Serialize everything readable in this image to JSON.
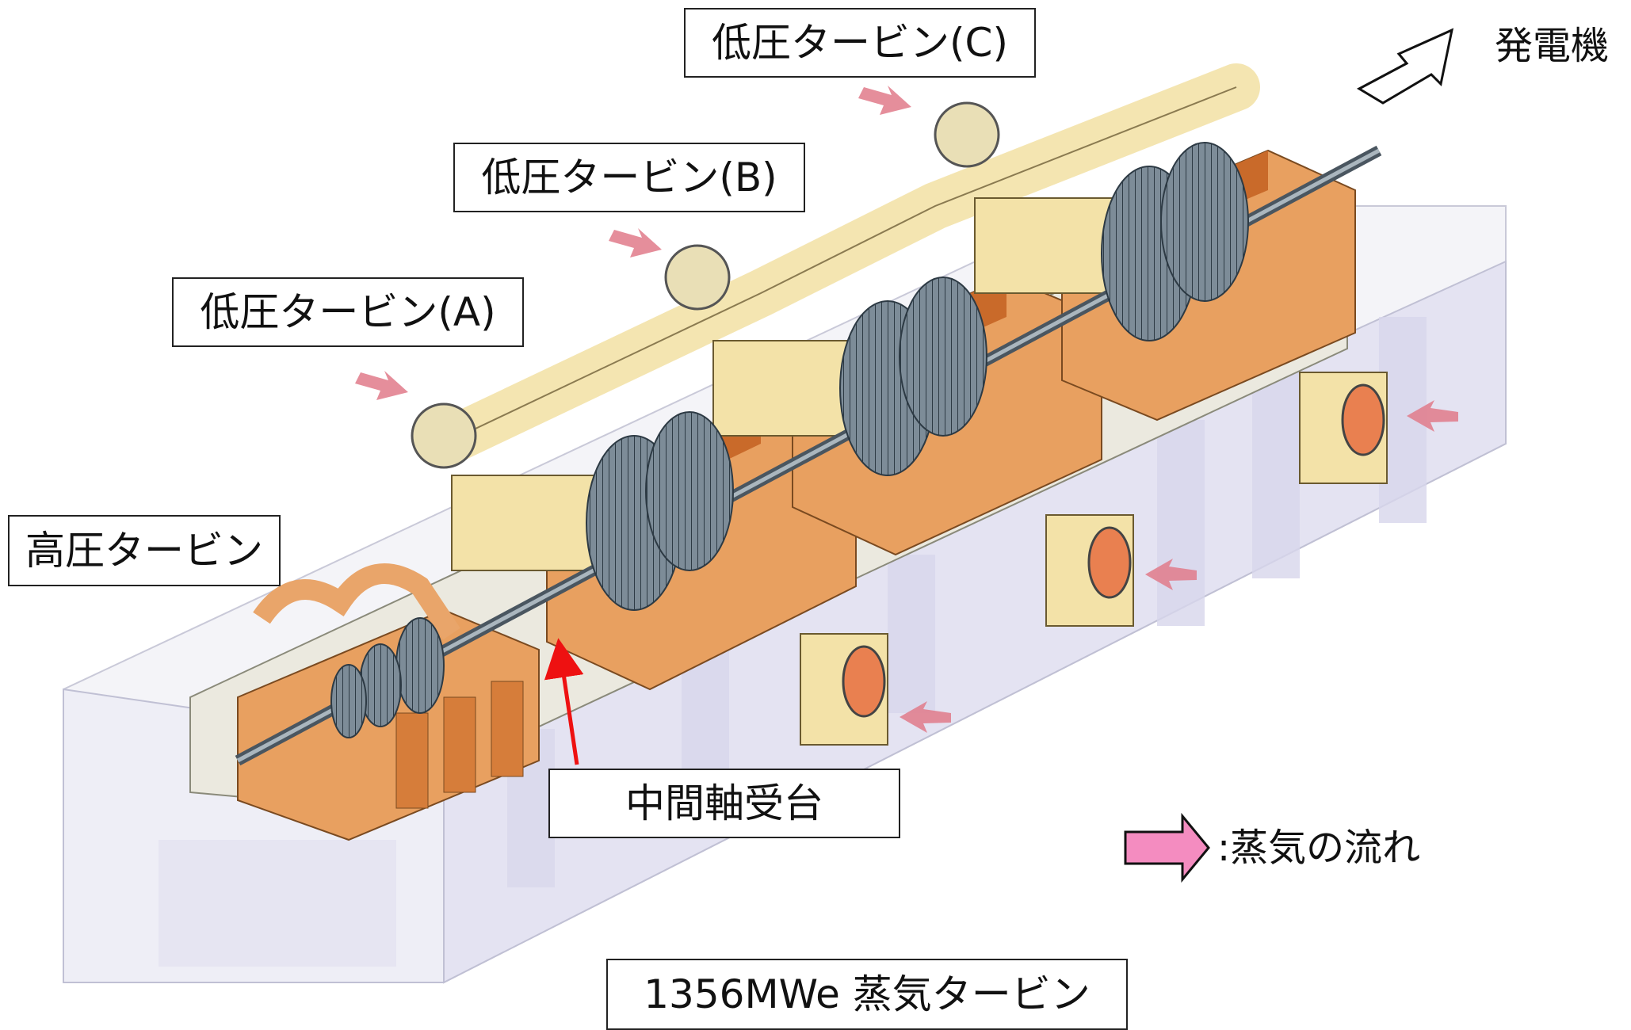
{
  "labels": {
    "lp_c": "低圧タービン(C)",
    "lp_b": "低圧タービン(B)",
    "lp_a": "低圧タービン(A)",
    "hp": "高圧タービン",
    "bearing": "中間軸受台",
    "generator": "発電機",
    "legend": ":蒸気の流れ",
    "caption": "1356MWe  蒸気タービン"
  },
  "colors": {
    "casing": "#e8a060",
    "casing_dark": "#c96a2a",
    "equipment": "#f3e2a8",
    "foundation": "#d9d8ec",
    "steam_arrow": "#e07a8a",
    "legend_arrow": "#f48cc0",
    "pointer": "#ee1111"
  },
  "icons": {
    "generator_arrow": "outline-arrow-icon",
    "legend_arrow": "pink-arrow-icon",
    "steam_arrow": "steam-flow-arrow-icon"
  }
}
